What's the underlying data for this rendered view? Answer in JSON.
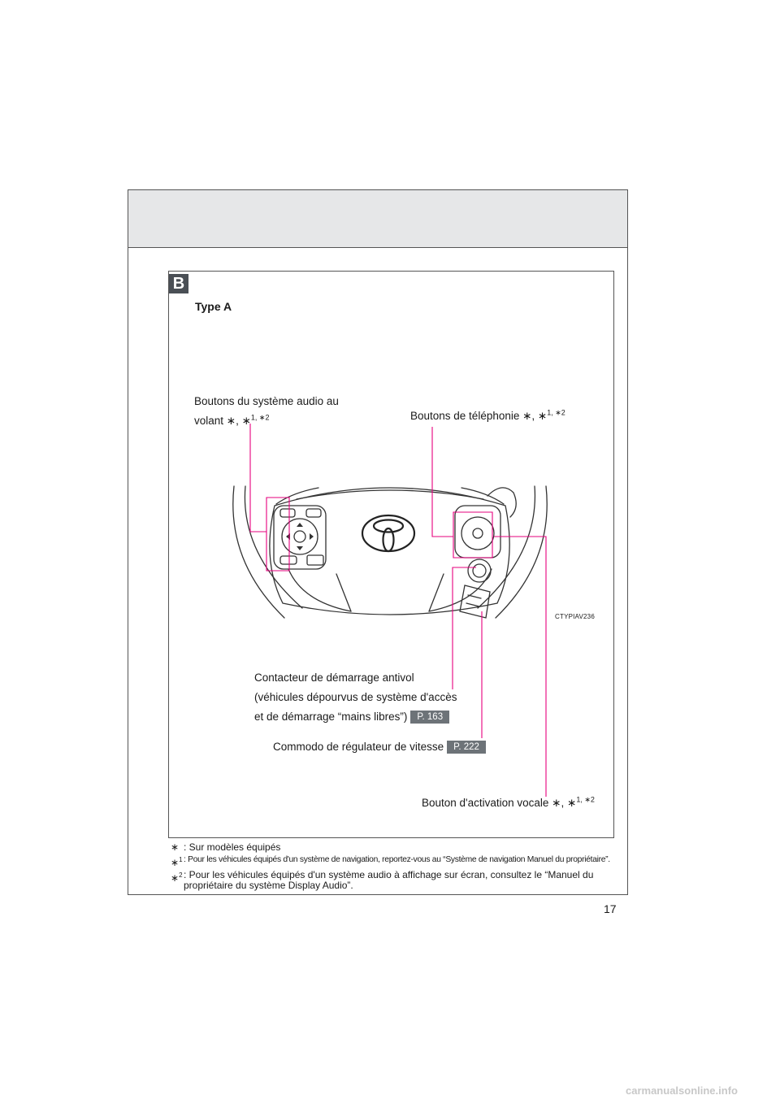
{
  "section": {
    "badge": "B",
    "type_label": "Type A"
  },
  "callouts": {
    "audio_line1": "Boutons du système audio au",
    "audio_line2": "volant ∗, ∗",
    "audio_sup": "1, ∗2",
    "phone_text": "Boutons de téléphonie ∗, ∗",
    "phone_sup": "1, ∗2",
    "ignition_line1": "Contacteur de démarrage antivol",
    "ignition_line2": "(véhicules dépourvus de système d'accès",
    "ignition_line3": "et de démarrage “mains libres”)",
    "ignition_ref": "P. 163",
    "cruise_text": "Commodo de régulateur de vitesse",
    "cruise_ref": "P. 222",
    "voice_text": "Bouton d'activation vocale ∗, ∗",
    "voice_sup": "1, ∗2"
  },
  "image_code": "CTYPIAV236",
  "notes": [
    {
      "key": "∗",
      "key_sup": "",
      "text": ": Sur modèles équipés"
    },
    {
      "key": "∗",
      "key_sup": "1",
      "text": ": Pour les véhicules équipés d'un système de navigation, reportez-vous au “Système de navigation Manuel du propriétaire”."
    },
    {
      "key": "∗",
      "key_sup": "2",
      "text": ": Pour les véhicules équipés d'un système audio à affichage sur écran, consultez le “Manuel du propriétaire du système Display Audio”."
    }
  ],
  "page_number": "17",
  "watermark": "carmanualsonline.info",
  "colors": {
    "leader": "#e6007e",
    "badge": "#4a4f55",
    "ref_badge": "#6d7378",
    "header_band": "#e6e7e8"
  },
  "icons": {
    "brand": "toyota-emblem-icon"
  }
}
